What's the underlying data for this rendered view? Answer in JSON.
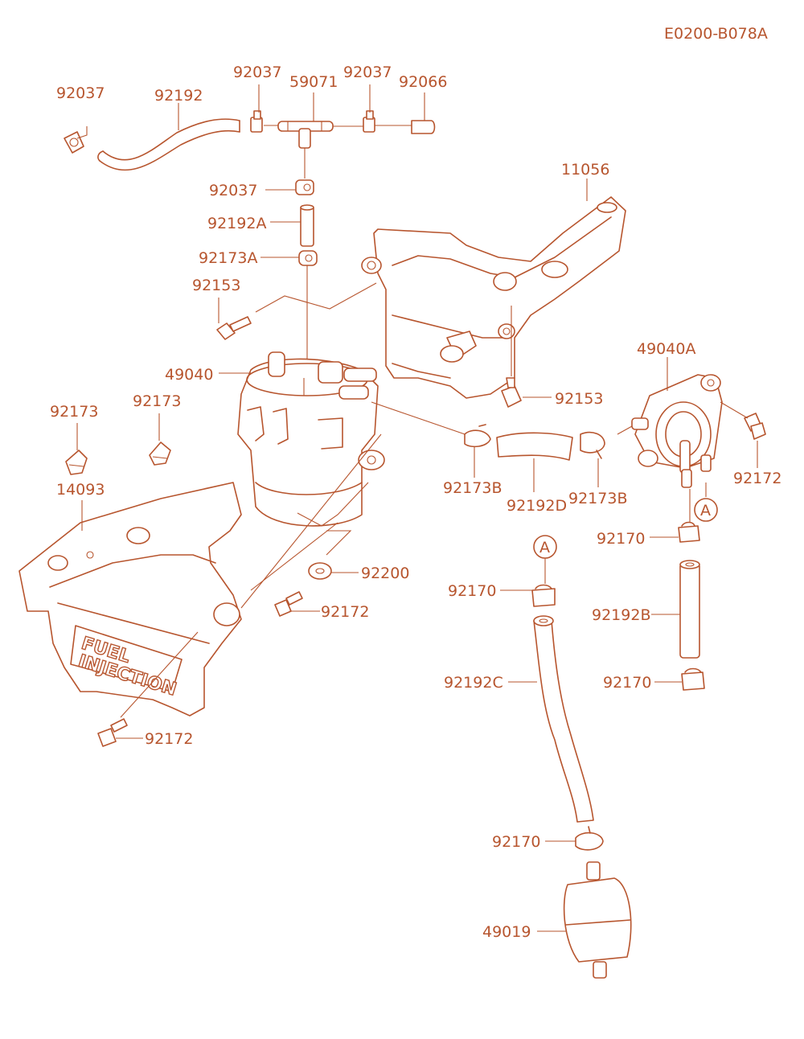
{
  "diagram_id": "E0200-B078A",
  "emblem": {
    "line1": "FUEL",
    "line2": "INJECTION"
  },
  "connector_mark": "A",
  "parts": {
    "p92037_left": "92037",
    "p92192": "92192",
    "p92037_top1": "92037",
    "p59071": "59071",
    "p92037_top2": "92037",
    "p92066": "92066",
    "p92037_mid": "92037",
    "p92192A": "92192A",
    "p92173A": "92173A",
    "p92153_left": "92153",
    "p11056": "11056",
    "p49040": "49040",
    "p92153_right": "92153",
    "p49040A": "49040A",
    "p92173_a": "92173",
    "p92173_b": "92173",
    "p92172_right": "92172",
    "p14093": "14093",
    "p92173B_a": "92173B",
    "p92192D": "92192D",
    "p92173B_b": "92173B",
    "p92170_a": "92170",
    "p92200": "92200",
    "p92170_b": "92170",
    "p92172_mid": "92172",
    "p92192B": "92192B",
    "p92192C": "92192C",
    "p92170_c": "92170",
    "p92172_bottom": "92172",
    "p92170_d": "92170",
    "p49019": "49019"
  }
}
